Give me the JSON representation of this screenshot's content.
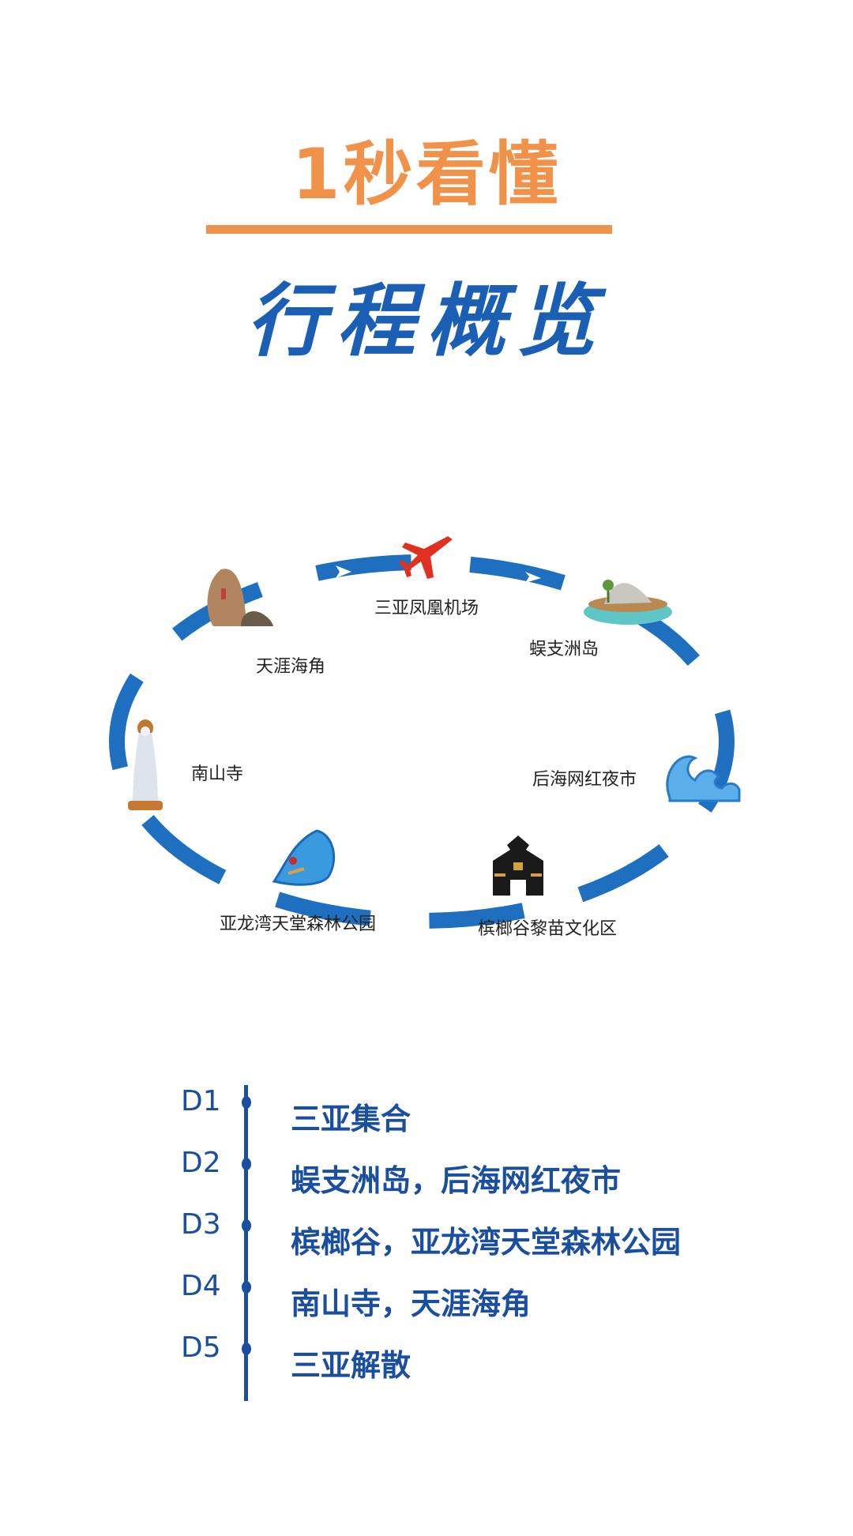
{
  "header": {
    "title": "1秒看懂",
    "subtitle": "行程概览"
  },
  "colors": {
    "orange": "#F0924A",
    "blue": "#1A5FB4",
    "dark_blue": "#1A4E9E"
  },
  "route": {
    "stops": [
      {
        "name": "三亚凤凰机场",
        "icon": "airplane-icon"
      },
      {
        "name": "蜈支洲岛",
        "icon": "island-icon"
      },
      {
        "name": "后海网红夜市",
        "icon": "waves-icon"
      },
      {
        "name": "槟榔谷黎苗文化区",
        "icon": "li-house-icon"
      },
      {
        "name": "亚龙湾天堂森林公园",
        "icon": "surfer-wave-icon"
      },
      {
        "name": "南山寺",
        "icon": "guanyin-statue-icon"
      },
      {
        "name": "天涯海角",
        "icon": "rock-icon"
      }
    ]
  },
  "itinerary": [
    {
      "day": "D1",
      "plan": "三亚集合"
    },
    {
      "day": "D2",
      "plan": "蜈支洲岛，后海网红夜市"
    },
    {
      "day": "D3",
      "plan": "槟榔谷，亚龙湾天堂森林公园"
    },
    {
      "day": "D4",
      "plan": "南山寺，天涯海角"
    },
    {
      "day": "D5",
      "plan": "三亚解散"
    }
  ]
}
